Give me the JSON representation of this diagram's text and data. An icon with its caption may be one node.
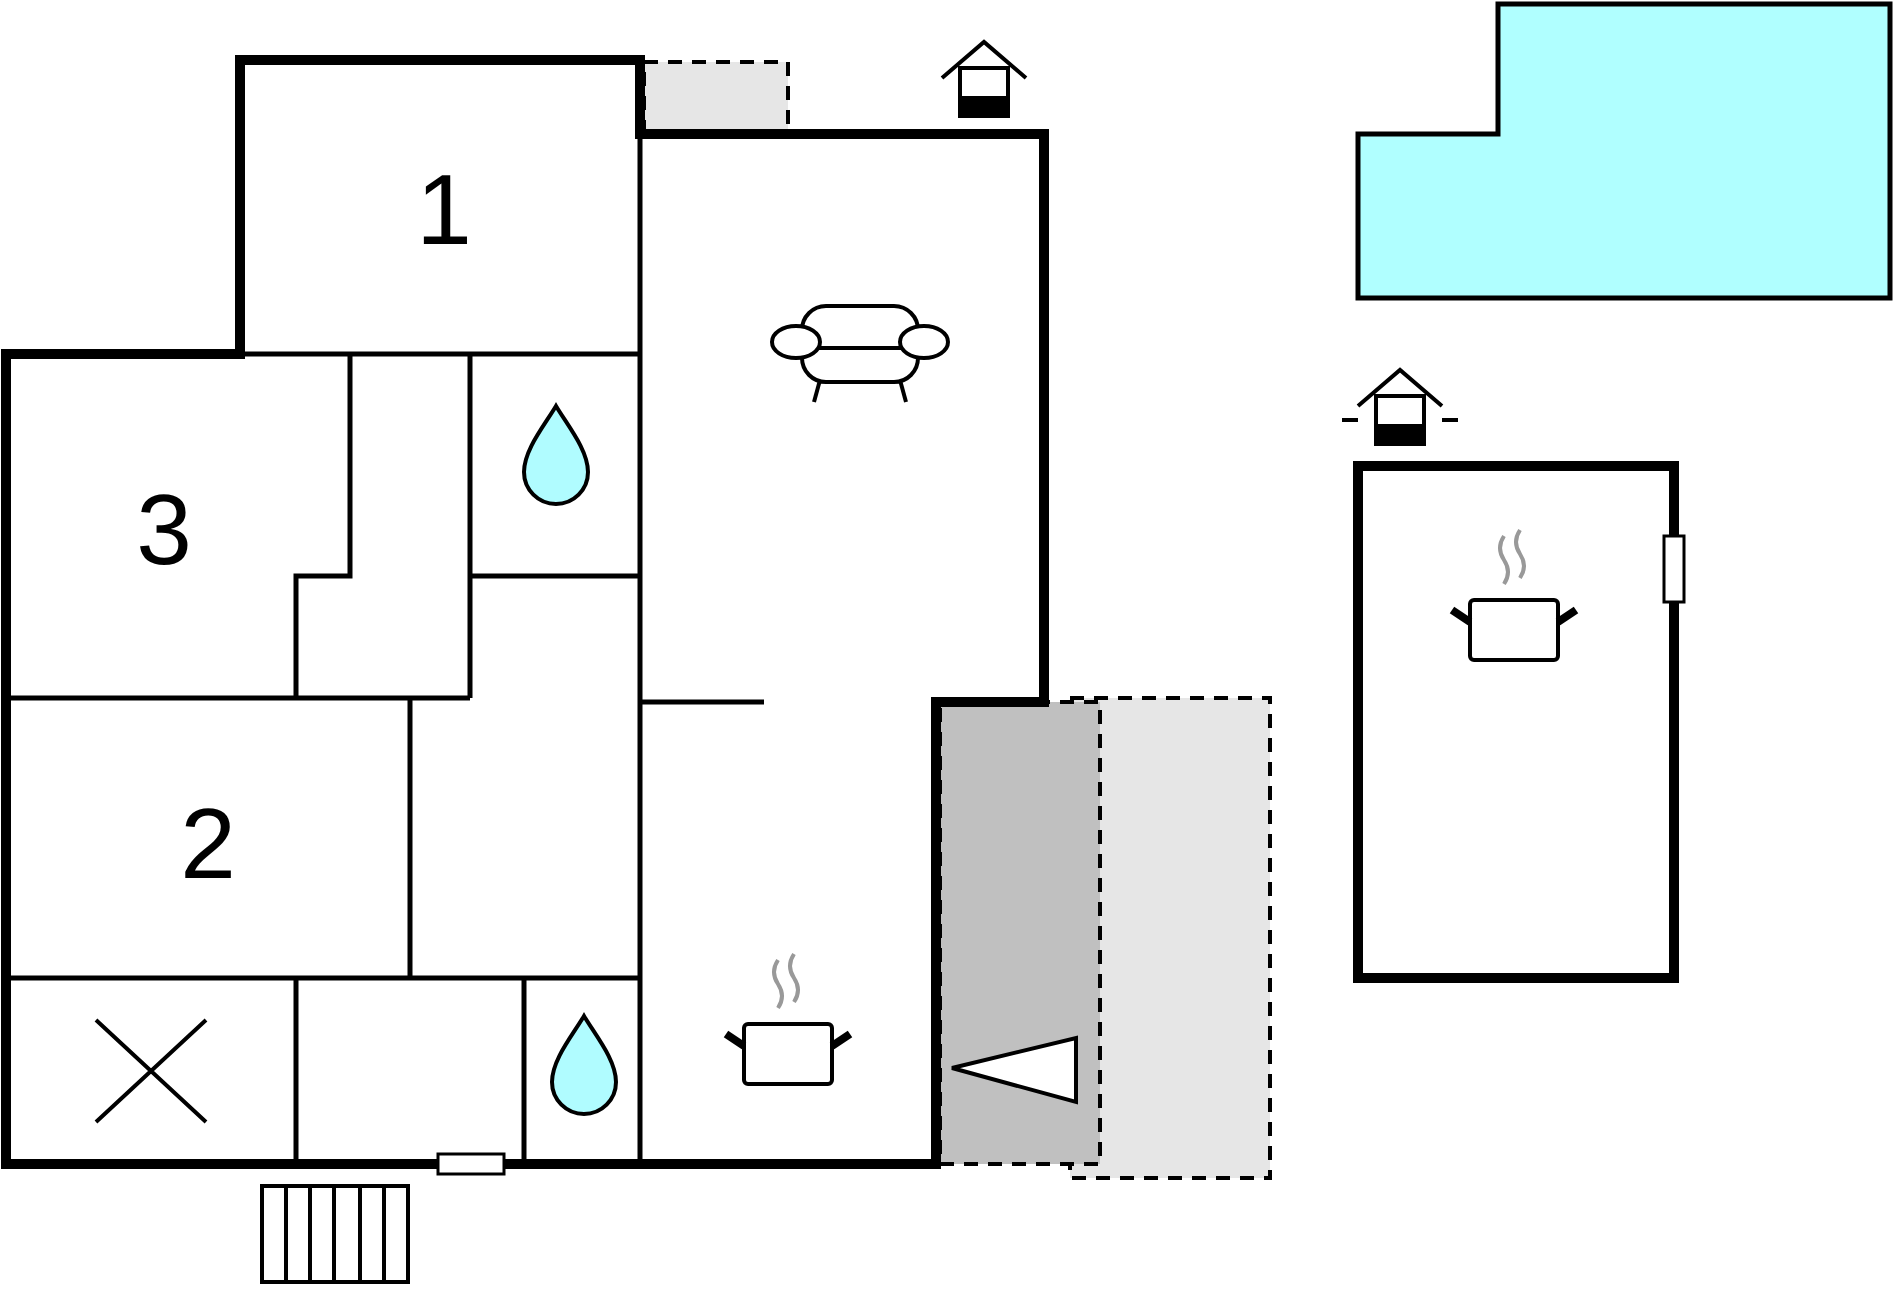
{
  "diagram": {
    "labels": [
      "1",
      "3",
      "2"
    ]
  }
}
